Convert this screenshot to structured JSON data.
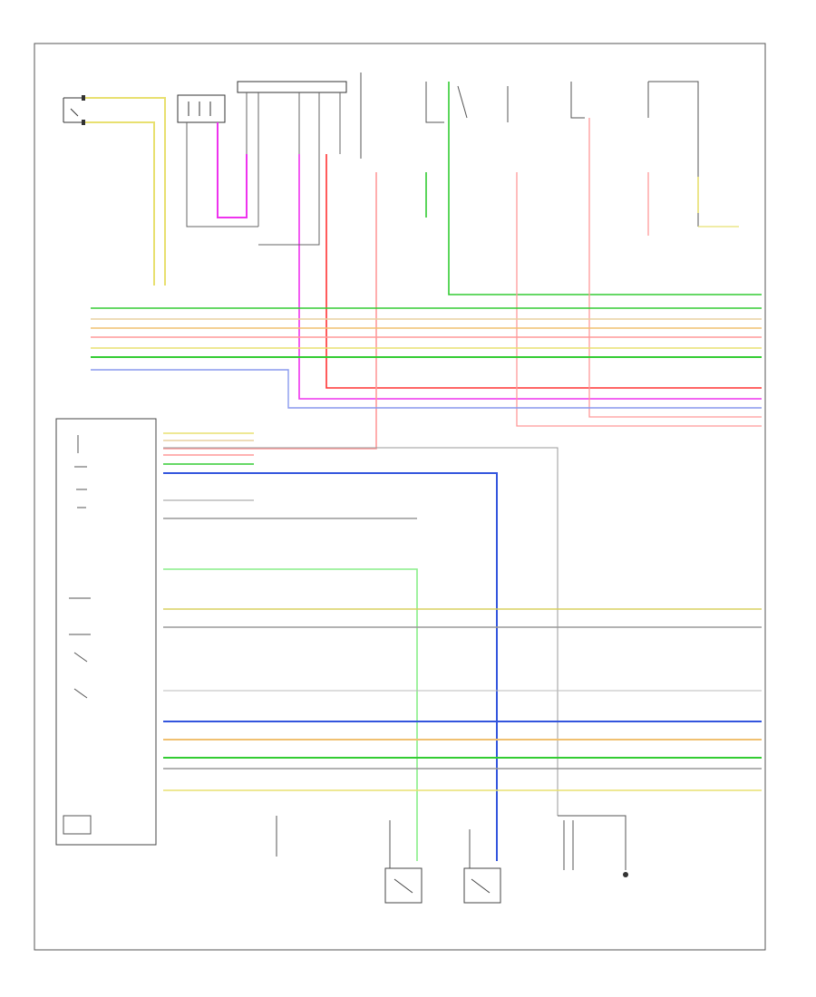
{
  "diagram": {
    "footer_code": "",
    "colors": {
      "green": "#33cc33",
      "yellow": "#e8e070",
      "orange": "#f0c070",
      "tan": "#e8d0a0",
      "pink": "#ff9999",
      "red": "#ff3333",
      "magenta": "#ee33ee",
      "blue": "#3355dd",
      "lightblue": "#8899ee",
      "gray": "#999999",
      "lightgreen": "#88ee88",
      "olive": "#d8d060",
      "darkgray": "#666666"
    },
    "harness_wires": [
      {
        "id": "h1",
        "color": "green"
      },
      {
        "id": "h2",
        "color": "tan"
      },
      {
        "id": "h3",
        "color": "orange"
      },
      {
        "id": "h4",
        "color": "pink"
      },
      {
        "id": "h5",
        "color": "yellow"
      },
      {
        "id": "h6",
        "color": "green"
      },
      {
        "id": "h7",
        "color": "lightblue"
      },
      {
        "id": "h8",
        "color": "red"
      },
      {
        "id": "h9",
        "color": "magenta"
      },
      {
        "id": "h10",
        "color": "gray"
      },
      {
        "id": "h11",
        "color": "pink"
      }
    ],
    "module_wires": [
      {
        "id": "m1",
        "color": "yellow"
      },
      {
        "id": "m2",
        "color": "tan"
      },
      {
        "id": "m3",
        "color": "pink"
      },
      {
        "id": "m4",
        "color": "pink"
      },
      {
        "id": "m5",
        "color": "green"
      },
      {
        "id": "m6",
        "color": "blue"
      },
      {
        "id": "m7",
        "color": "gray"
      },
      {
        "id": "m8",
        "color": "darkgray"
      },
      {
        "id": "m9",
        "color": "lightgreen"
      },
      {
        "id": "m10",
        "color": "olive"
      },
      {
        "id": "m11",
        "color": "gray"
      },
      {
        "id": "m12",
        "color": "gray"
      },
      {
        "id": "m13",
        "color": "blue"
      },
      {
        "id": "m14",
        "color": "orange"
      },
      {
        "id": "m15",
        "color": "green"
      },
      {
        "id": "m16",
        "color": "gray"
      },
      {
        "id": "m17",
        "color": "yellow"
      }
    ]
  }
}
